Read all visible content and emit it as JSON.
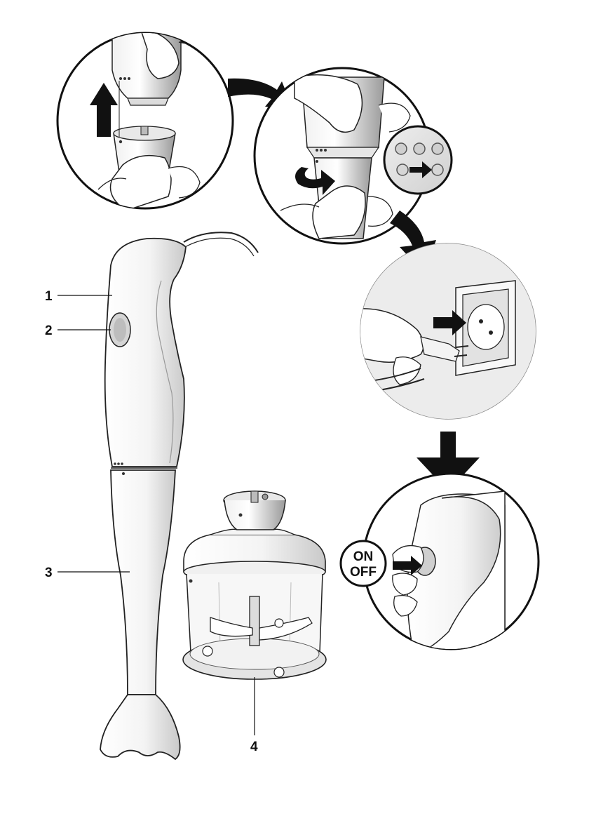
{
  "labels": {
    "part_1": "1",
    "part_2": "2",
    "part_3": "3",
    "part_4": "4"
  },
  "switch": {
    "line1": "ON",
    "line2": "OFF"
  },
  "icons": {
    "step1": "lift-up-arrow-icon",
    "step2": "rotate-arrow-icon",
    "step3": "plug-in-arrow-icon",
    "step4": "press-button-arrow-icon"
  }
}
